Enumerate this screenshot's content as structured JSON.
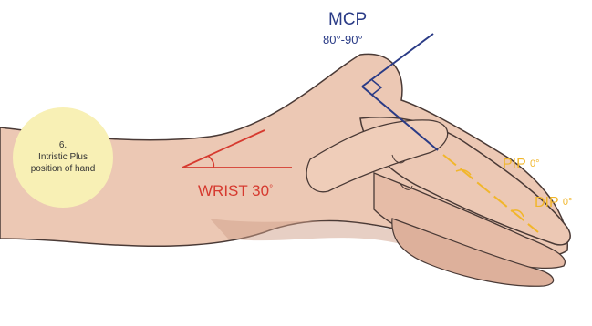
{
  "caption": {
    "number": "6.",
    "text": "Intristic Plus position of hand"
  },
  "labels": {
    "mcp_title": "MCP",
    "mcp_range": "80°-90°",
    "wrist_text": "WRIST 30",
    "wrist_unit": "°",
    "pip_text": "PIP ",
    "pip_value": "0°",
    "dip_text": "DIP ",
    "dip_value": "0°"
  },
  "colors": {
    "skin": "#ecc8b4",
    "skin_shadow": "#cf9f8a",
    "outline": "#4a3a36",
    "mcp_line": "#2a3b86",
    "wrist_line": "#d63a2f",
    "finger_line": "#f1b62b",
    "caption_bg": "#f8f0b5"
  }
}
